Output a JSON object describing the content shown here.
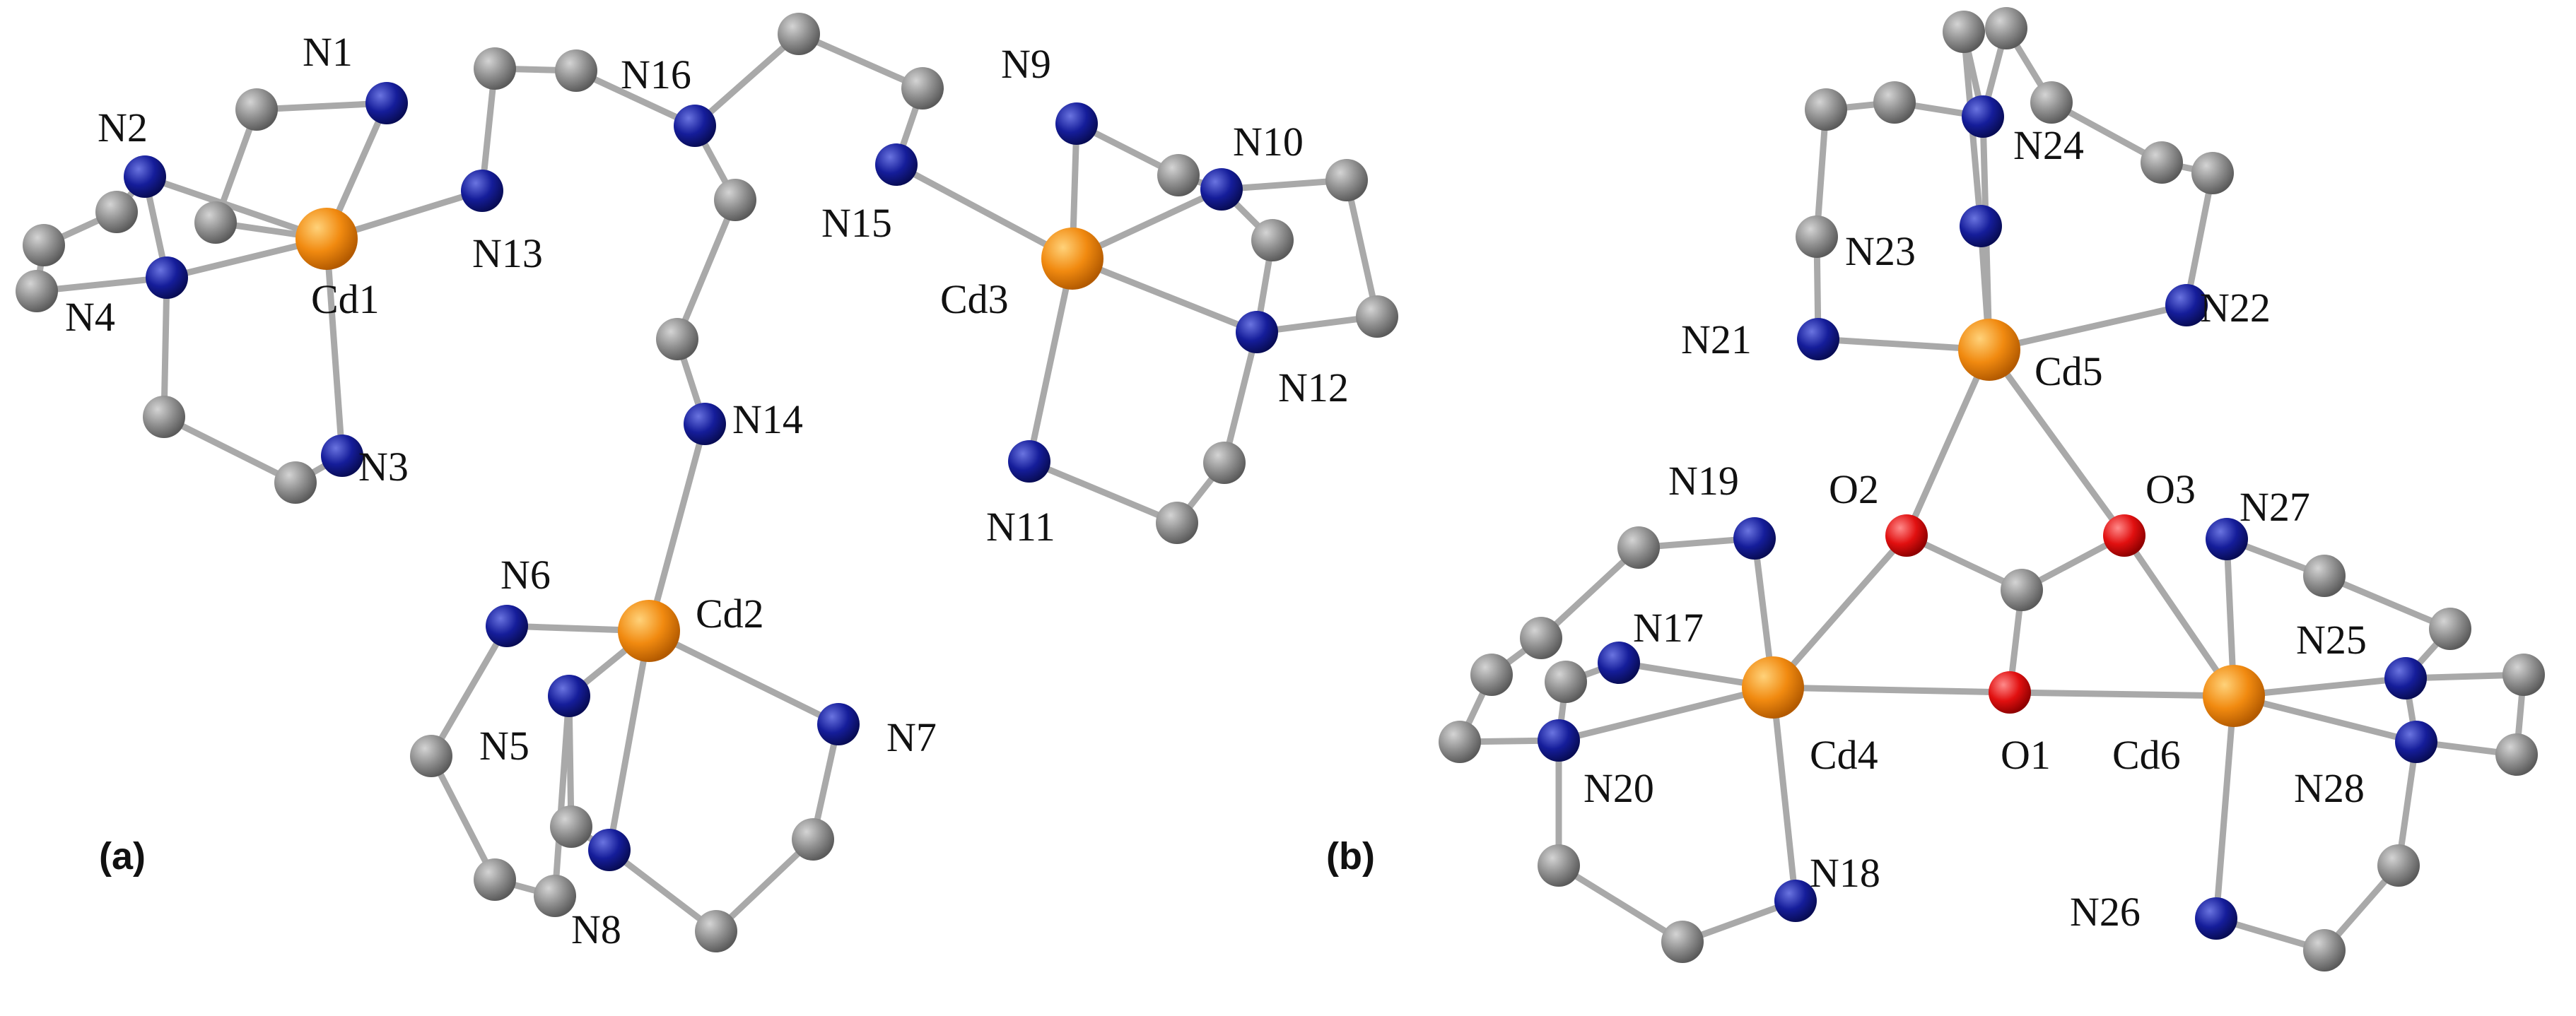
{
  "panels": {
    "a": "(a)",
    "b": "(b)"
  },
  "colors": {
    "cadmium": "#f18a10",
    "nitrogen": "#151d9a",
    "oxygen": "#e11010",
    "carbon": "#8f8f8f",
    "bond": "#a9a9a9"
  },
  "elements": {
    "cd": "cadmium",
    "n": "nitrogen",
    "o": "oxygen",
    "c": "carbon"
  },
  "labels": {
    "cd1": "Cd1",
    "cd2": "Cd2",
    "cd3": "Cd3",
    "cd4": "Cd4",
    "cd5": "Cd5",
    "cd6": "Cd6",
    "n1": "N1",
    "n2": "N2",
    "n3": "N3",
    "n4": "N4",
    "n5": "N5",
    "n6": "N6",
    "n7": "N7",
    "n8": "N8",
    "n9": "N9",
    "n10": "N10",
    "n11": "N11",
    "n12": "N12",
    "n13": "N13",
    "n14": "N14",
    "n15": "N15",
    "n16": "N16",
    "n17": "N17",
    "n18": "N18",
    "n19": "N19",
    "n20": "N20",
    "n21": "N21",
    "n22": "N22",
    "n23": "N23",
    "n24": "N24",
    "n25": "N25",
    "n26": "N26",
    "n27": "N27",
    "n28": "N28",
    "o1": "O1",
    "o2": "O2",
    "o3": "O3"
  }
}
